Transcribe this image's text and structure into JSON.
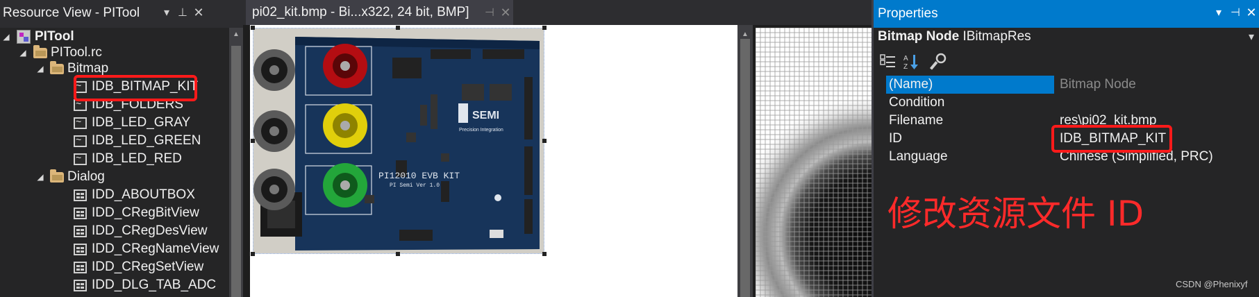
{
  "resource_view": {
    "title": "Resource View - PITool",
    "tree": {
      "root": "PITool",
      "rc_file": "PITool.rc",
      "bitmap_folder": "Bitmap",
      "bitmaps": [
        "IDB_BITMAP_KIT",
        "IDB_FOLDERS",
        "IDB_LED_GRAY",
        "IDB_LED_GREEN",
        "IDB_LED_RED"
      ],
      "dialog_folder": "Dialog",
      "dialogs": [
        "IDD_ABOUTBOX",
        "IDD_CRegBitView",
        "IDD_CRegDesView",
        "IDD_CRegNameView",
        "IDD_CRegSetView",
        "IDD_DLG_TAB_ADC"
      ]
    },
    "selected_item": "IDB_BITMAP_KIT"
  },
  "editor": {
    "tab_title": "pi02_kit.bmp - Bi...x322, 24 bit, BMP]",
    "photo": {
      "board_title": "PI12010 EVB KIT",
      "board_subtitle": "PI Semi Ver 1.0",
      "logo_text": "SEMI",
      "logo_sub": "Precision Integration"
    }
  },
  "properties": {
    "title": "Properties",
    "object_name": "Bitmap Node",
    "object_type": "IBitmapRes",
    "rows": [
      {
        "name": "(Name)",
        "value": "Bitmap Node",
        "selected": true
      },
      {
        "name": "Condition",
        "value": ""
      },
      {
        "name": "Filename",
        "value": "res\\pi02_kit.bmp"
      },
      {
        "name": "ID",
        "value": "IDB_BITMAP_KIT"
      },
      {
        "name": "Language",
        "value": "Chinese (Simplified, PRC)"
      }
    ]
  },
  "annotation": "修改资源文件 ID",
  "watermark": "CSDN @Phenixyf",
  "colors": {
    "accent": "#007acc",
    "highlight_box": "#ff1a1a",
    "annotation": "#ff2a2a"
  },
  "icons": [
    "pin-icon",
    "close-icon",
    "chevron-down-icon",
    "folder-icon",
    "bitmap-icon",
    "dialog-icon",
    "categorized-icon",
    "alphabetical-icon",
    "property-pages-icon"
  ]
}
